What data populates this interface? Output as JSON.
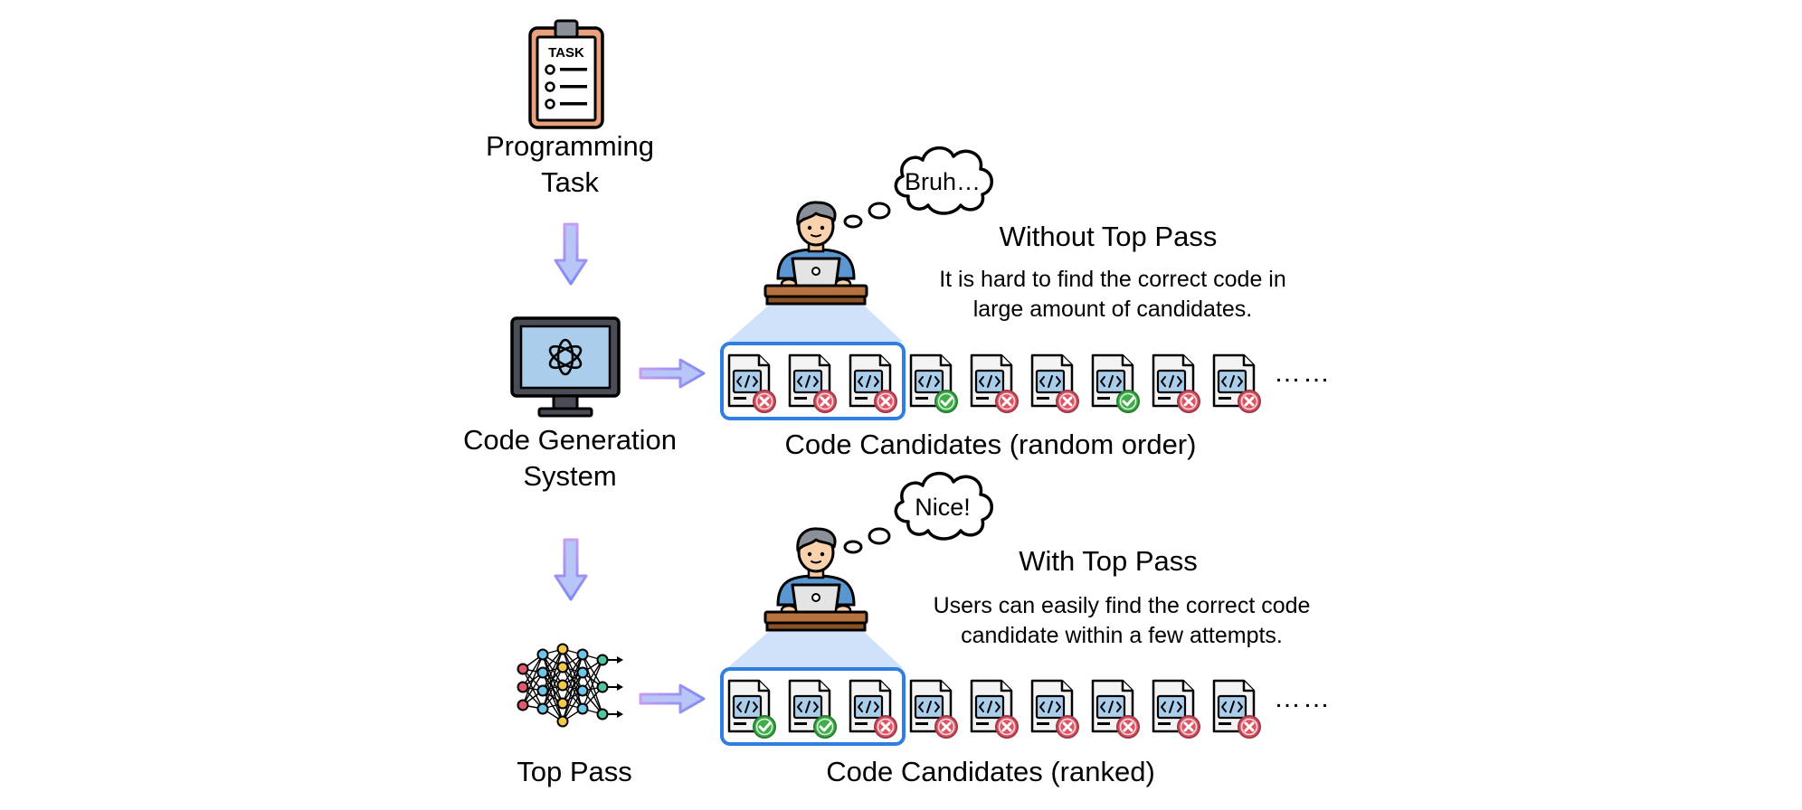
{
  "left_column": {
    "task_icon_text": "TASK",
    "task_label_line1": "Programming",
    "task_label_line2": "Task",
    "system_label_line1": "Code Generation",
    "system_label_line2": "System",
    "toppass_label": "Top Pass"
  },
  "without": {
    "bubble": "Bruh…",
    "title": "Without Top Pass",
    "desc_line1": "It is hard to find the correct code in",
    "desc_line2": "large amount of candidates.",
    "caption": "Code Candidates (random order)",
    "ellipsis": "……",
    "results": [
      "fail",
      "fail",
      "fail",
      "pass",
      "fail",
      "fail",
      "pass",
      "fail",
      "fail"
    ]
  },
  "with": {
    "bubble": "Nice!",
    "title": "With Top Pass",
    "desc_line1": "Users can easily find the correct code",
    "desc_line2": "candidate within a few attempts.",
    "caption": "Code Candidates (ranked)",
    "ellipsis": "……",
    "results": [
      "pass",
      "pass",
      "fail",
      "fail",
      "fail",
      "fail",
      "fail",
      "fail",
      "fail"
    ]
  },
  "colors": {
    "pass": "#3fae49",
    "fail": "#dd5565",
    "highlight": "#2f7fe0",
    "arrow": "#8f86f2",
    "frame_tan": "#e9a27c"
  }
}
